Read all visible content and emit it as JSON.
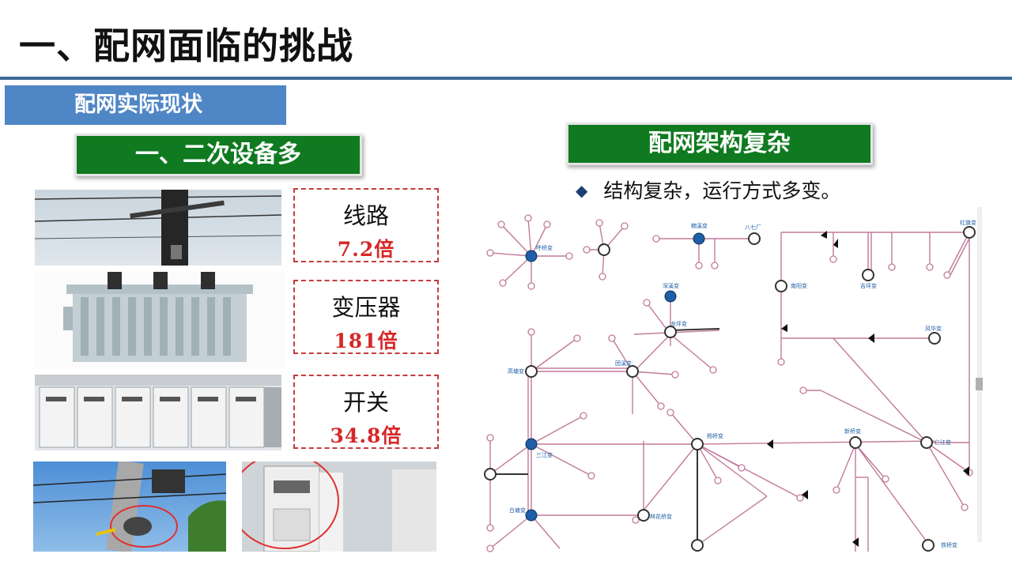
{
  "page_title": "一、配网面临的挑战",
  "section_tag": "配网实际现状",
  "left_heading": "一、二次设备多",
  "right_heading": "配网架构复杂",
  "bullet": {
    "icon": "diamond-bullet-icon",
    "text": "结构复杂，运行方式多变。"
  },
  "ratios": [
    {
      "label": "线路",
      "value": "7.2倍"
    },
    {
      "label": "变压器",
      "value": "181倍"
    },
    {
      "label": "开关",
      "value": "34.8倍"
    }
  ],
  "diagram": {
    "stations": [
      "呼桥变",
      "楠溪变",
      "八七厂",
      "红旗变",
      "南阳变",
      "吉坪变",
      "深溪变",
      "龙坪变",
      "风华变",
      "高塘变",
      "团溪变",
      "杨桥变",
      "新桥变",
      "仁江变",
      "三江变",
      "白塘变",
      "林花桥变",
      "铁桥变"
    ]
  },
  "colors": {
    "title_rule": "#3d6a94",
    "section_tag": "#4f86c6",
    "green": "#0f7a1f",
    "ratio_border": "#c63b3b",
    "ratio_value": "#d62828",
    "line": "#c27a9a",
    "node_fill": "#1f5fa8"
  }
}
